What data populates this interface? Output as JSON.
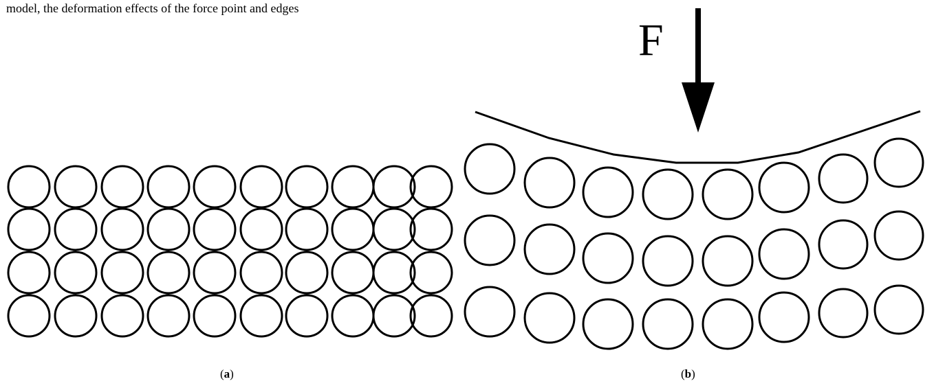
{
  "caption_text": "model, the deformation effects of the force point and edges",
  "force_label": "F",
  "panel_labels": {
    "a": {
      "open": "(",
      "letter": "a",
      "close": ")"
    },
    "b": {
      "open": "(",
      "letter": "b",
      "close": ")"
    }
  }
}
